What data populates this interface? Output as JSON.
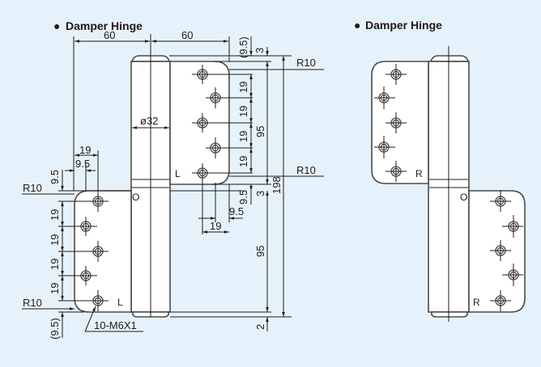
{
  "left_drawing": {
    "title": "Damper Hinge",
    "bullet": "●",
    "hand_labels": {
      "upper_leaf": "L",
      "lower_leaf": "L",
      "origin": "O"
    },
    "dimensions": {
      "width_left": "60",
      "width_right": "60",
      "top_offset_paren": "(9.5)",
      "top_gap": "3",
      "radius_top": "R10",
      "radius_mid": "R10",
      "radius_left": "R10",
      "radius_bottom": "R10",
      "pitch_upper": [
        "19",
        "19",
        "19",
        "19"
      ],
      "pitch_lower": [
        "19",
        "19",
        "19",
        "19"
      ],
      "leaf_height_upper": "95",
      "leaf_height_lower": "95",
      "total_height": "198",
      "mid_offset_upper": "9.5",
      "mid_gap": "3",
      "hole_offset_x_a": "9.5",
      "hole_offset_x_b": "19",
      "left_hole_offset_x_a": "19",
      "left_hole_offset_x_b": "9.5",
      "left_top_offset": "9.5",
      "bottom_offset_paren": "(9.5)",
      "bottom_gap": "2",
      "knuckle_diameter": "ø32",
      "screw_spec": "10-M6X1"
    }
  },
  "right_drawing": {
    "title": "Damper Hinge",
    "bullet": "●",
    "hand_labels": {
      "upper_leaf": "R",
      "lower_leaf": "R",
      "origin": "O"
    }
  },
  "colors": {
    "background": "#e6f2fb",
    "line": "#231815",
    "part_outline": "#4a4a4a"
  }
}
